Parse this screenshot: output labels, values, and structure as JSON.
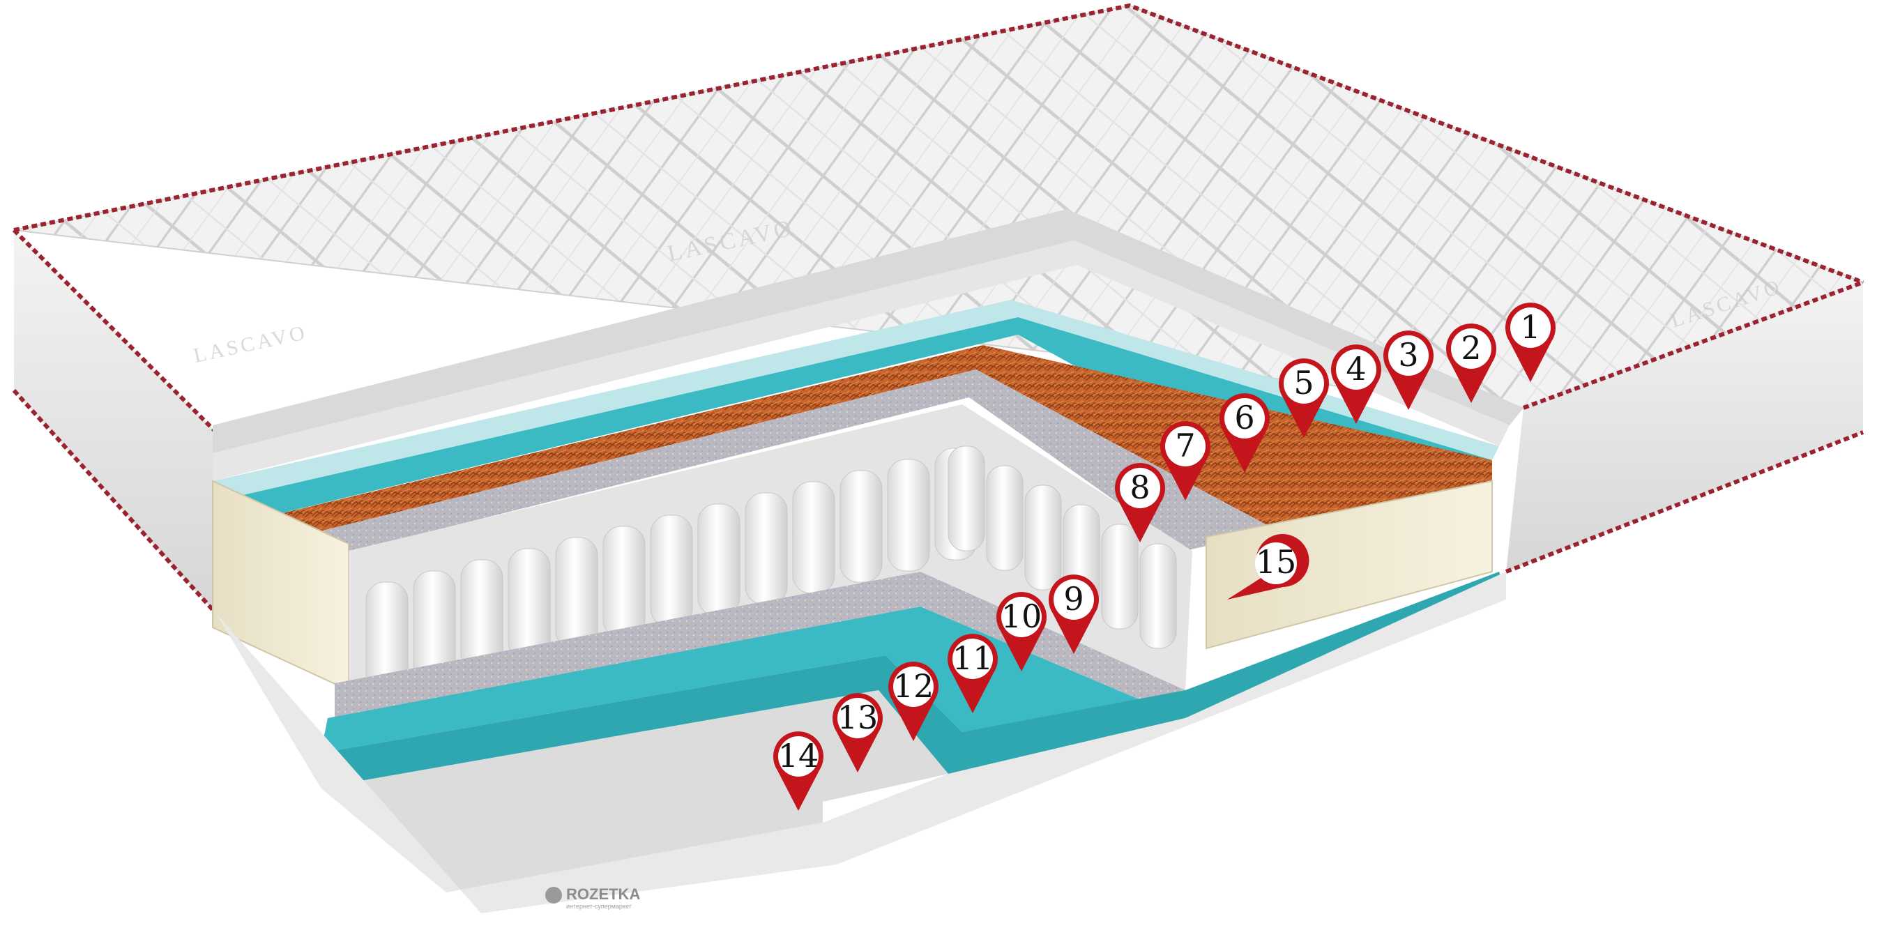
{
  "image": {
    "subject": "mattress cross-section with numbered layer markers",
    "colors": {
      "fabric": "#ededed",
      "fabric_shadow": "#cfcfcf",
      "piping_red": "#9b2330",
      "foam_teal": "#3cbac4",
      "foam_clear": "#bfe7ea",
      "coconut": "#c9652e",
      "felt": "#b4b4bc",
      "latex_cream": "#f2ecd4",
      "marker_red": "#c4141c",
      "marker_fill": "#ffffff"
    }
  },
  "brand_text": "LASCAVO",
  "markers": [
    {
      "num": "1"
    },
    {
      "num": "2"
    },
    {
      "num": "3"
    },
    {
      "num": "4"
    },
    {
      "num": "5"
    },
    {
      "num": "6"
    },
    {
      "num": "7"
    },
    {
      "num": "8"
    },
    {
      "num": "9"
    },
    {
      "num": "10"
    },
    {
      "num": "11"
    },
    {
      "num": "12"
    },
    {
      "num": "13"
    },
    {
      "num": "14"
    },
    {
      "num": "15"
    }
  ],
  "watermark": {
    "name": "ROZETKA",
    "tagline": "интернет-супермаркет"
  }
}
